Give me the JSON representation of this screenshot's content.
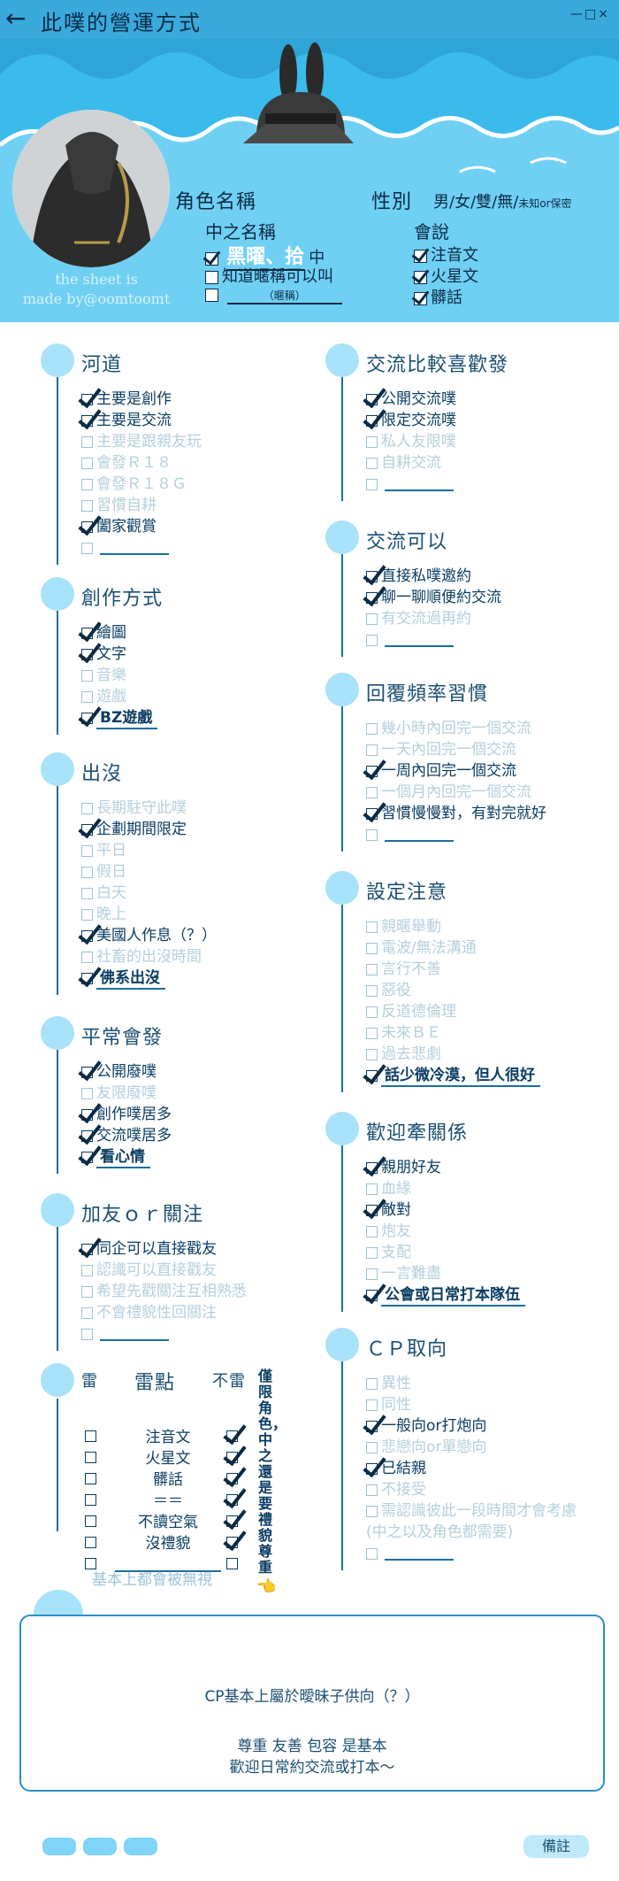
{
  "header": {
    "title": "此噗的營運方式",
    "back_icon": "←",
    "window_controls": "—□×"
  },
  "colors": {
    "accent": "#3aa9dc",
    "sky": "#a8e2fb",
    "ink": "#0b2a44",
    "faded": "#b5cfdd"
  },
  "profile": {
    "credit": [
      "the sheet is",
      "made by@oomtoomt"
    ],
    "role_name_label": "角色名稱",
    "gender_label": "性別",
    "gender_options": "男/女/雙/無/",
    "gender_other": "未知or保密",
    "zhongzhi_label": "中之名稱",
    "name_value": "黑曜、拾",
    "name_suffix": "中",
    "nickname_option": "知道暱稱可以叫",
    "nickname_blank": "（暱稱）",
    "speaks_label": "會說",
    "speaks": [
      "注音文",
      "火星文",
      "髒話"
    ]
  },
  "left": {
    "river": {
      "title": "河道",
      "items": [
        {
          "text": "主要是創作",
          "on": true
        },
        {
          "text": "主要是交流",
          "on": true
        },
        {
          "text": "主要是跟親友玩",
          "on": false
        },
        {
          "text": "會發Ｒ１８",
          "on": false
        },
        {
          "text": "會發Ｒ１８Ｇ",
          "on": false
        },
        {
          "text": "習慣自耕",
          "on": false
        },
        {
          "text": "闔家觀賞",
          "on": true
        },
        {
          "text": "",
          "on": false,
          "blank": true
        }
      ]
    },
    "creation": {
      "title": "創作方式",
      "items": [
        {
          "text": "繪圖",
          "on": true
        },
        {
          "text": "文字",
          "on": true
        },
        {
          "text": "音樂",
          "on": false
        },
        {
          "text": "遊戲",
          "on": false
        },
        {
          "text": "BZ遊戲",
          "on": true,
          "underline": true
        }
      ]
    },
    "appear": {
      "title": "出沒",
      "items": [
        {
          "text": "長期駐守此噗",
          "on": false
        },
        {
          "text": "企劃期間限定",
          "on": true
        },
        {
          "text": "平日",
          "on": false
        },
        {
          "text": "假日",
          "on": false
        },
        {
          "text": "白天",
          "on": false
        },
        {
          "text": "晚上",
          "on": false
        },
        {
          "text": "美國人作息（？）",
          "on": true
        },
        {
          "text": "社畜的出沒時間",
          "on": false
        },
        {
          "text": "佛系出沒",
          "on": true,
          "underline": true
        }
      ]
    },
    "usual": {
      "title": "平常會發",
      "items": [
        {
          "text": "公開廢噗",
          "on": true
        },
        {
          "text": "友限廢噗",
          "on": false
        },
        {
          "text": "創作噗居多",
          "on": true
        },
        {
          "text": "交流噗居多",
          "on": true
        },
        {
          "text": "看心情",
          "on": true,
          "underline": true
        }
      ]
    },
    "follow": {
      "title": "加友ｏｒ關注",
      "items": [
        {
          "text": "同企可以直接戳友",
          "on": true
        },
        {
          "text": "認識可以直接戳友",
          "on": false
        },
        {
          "text": "希望先戳關注互相熟悉",
          "on": false
        },
        {
          "text": "不會禮貌性回關注",
          "on": false
        },
        {
          "text": "",
          "on": false,
          "blank": true
        }
      ]
    },
    "thunder": {
      "title": "雷點",
      "col_thunder": "雷",
      "col_not": "不雷",
      "rows": [
        {
          "text": "注音文",
          "thunder": false,
          "not": true
        },
        {
          "text": "火星文",
          "thunder": false,
          "not": true
        },
        {
          "text": "髒話",
          "thunder": false,
          "not": true
        },
        {
          "text": "＝＝",
          "thunder": false,
          "not": true
        },
        {
          "text": "不讀空氣",
          "thunder": false,
          "not": true
        },
        {
          "text": "沒禮貌",
          "thunder": false,
          "not": true
        },
        {
          "text": "",
          "thunder": false,
          "not": false
        }
      ],
      "footer": "基本上都會被無視",
      "side_note": "僅限角色，中之還是要禮貌尊重",
      "side_emoji": "👈"
    }
  },
  "right": {
    "prefer": {
      "title": "交流比較喜歡發",
      "items": [
        {
          "text": "公開交流噗",
          "on": true
        },
        {
          "text": "限定交流噗",
          "on": true
        },
        {
          "text": "私人友限噗",
          "on": false
        },
        {
          "text": "自耕交流",
          "on": false
        },
        {
          "text": "",
          "on": false,
          "blank": true
        }
      ]
    },
    "okay": {
      "title": "交流可以",
      "items": [
        {
          "text": "直接私噗邀約",
          "on": true
        },
        {
          "text": "聊一聊順便約交流",
          "on": true
        },
        {
          "text": "有交流過再約",
          "on": false
        },
        {
          "text": "",
          "on": false,
          "blank": true
        }
      ]
    },
    "reply": {
      "title": "回覆頻率習慣",
      "items": [
        {
          "text": "幾小時內回完一個交流",
          "on": false
        },
        {
          "text": "一天內回完一個交流",
          "on": false
        },
        {
          "text": "一周內回完一個交流",
          "on": true
        },
        {
          "text": "一個月內回完一個交流",
          "on": false
        },
        {
          "text": "習慣慢慢對，有對完就好",
          "on": true
        },
        {
          "text": "",
          "on": false,
          "blank": true
        }
      ]
    },
    "setting": {
      "title": "設定注意",
      "items": [
        {
          "text": "親暱舉動",
          "on": false
        },
        {
          "text": "電波/無法溝通",
          "on": false
        },
        {
          "text": "言行不善",
          "on": false
        },
        {
          "text": "惡役",
          "on": false
        },
        {
          "text": "反道德倫理",
          "on": false
        },
        {
          "text": "未來ＢＥ",
          "on": false
        },
        {
          "text": "過去悲劇",
          "on": false
        },
        {
          "text": "話少微冷漠，但人很好",
          "on": true,
          "underline": true
        }
      ]
    },
    "relation": {
      "title": "歡迎牽關係",
      "items": [
        {
          "text": "親朋好友",
          "on": true
        },
        {
          "text": "血緣",
          "on": false
        },
        {
          "text": "敵對",
          "on": true
        },
        {
          "text": "炮友",
          "on": false
        },
        {
          "text": "支配",
          "on": false
        },
        {
          "text": "一言難盡",
          "on": false
        },
        {
          "text": "公會或日常打本隊伍",
          "on": true,
          "underline": true
        }
      ]
    },
    "cp": {
      "title": "ＣＰ取向",
      "items": [
        {
          "text": "異性",
          "on": false
        },
        {
          "text": "同性",
          "on": false
        },
        {
          "text": "一般向or打炮向",
          "on": true
        },
        {
          "text": "悲戀向or單戀向",
          "on": false
        },
        {
          "text": "已結親",
          "on": true
        },
        {
          "text": "不接受",
          "on": false
        },
        {
          "text": "需認識彼此一段時間才會考慮",
          "on": false
        },
        {
          "text": "(中之以及角色都需要)",
          "on": false,
          "nobox": true
        },
        {
          "text": "",
          "on": false,
          "blank": true
        }
      ]
    }
  },
  "note": {
    "lines": [
      "CP基本上屬於曖昧子供向（？）",
      "尊重 友善 包容 是基本",
      "歡迎日常約交流或打本～"
    ]
  },
  "footer": {
    "remark_button": "備註"
  }
}
